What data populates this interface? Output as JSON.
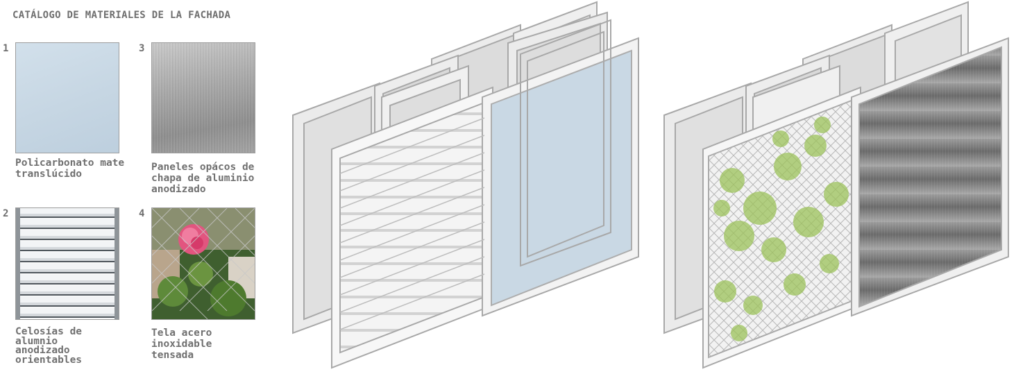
{
  "title": "CATÁLOGO DE MATERIALES DE LA FACHADA",
  "materials": [
    {
      "number": "1",
      "caption": "Policarbonato mate\ntranslúcido"
    },
    {
      "number": "3",
      "caption": "Paneles opácos de\nchapa de aluminio\nanodizado"
    },
    {
      "number": "2",
      "caption": "Celosías de\nalumnio\nanodizado\norientables"
    },
    {
      "number": "4",
      "caption": "Tela acero\ninoxidable\ntensada"
    }
  ],
  "colors": {
    "polycarbonate": "#c7d6e3",
    "aluminium": "#8d8d8d",
    "louver": "#dfe3e6",
    "vegetation": "#9cc25a",
    "frame": "#a8a8a8"
  }
}
